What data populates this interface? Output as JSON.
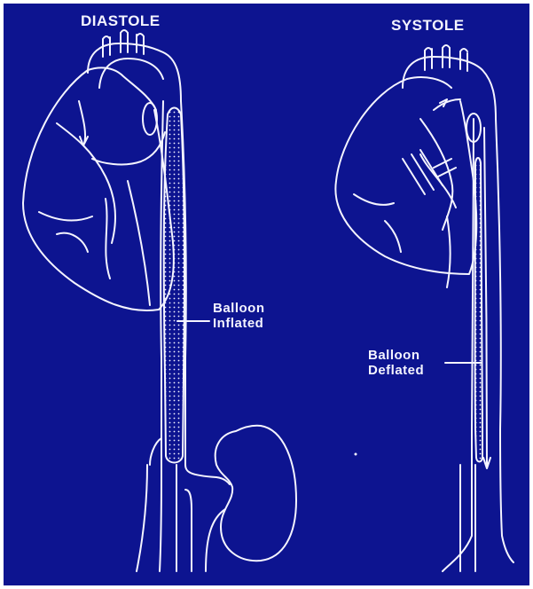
{
  "diastole": {
    "title": "DIASTOLE",
    "label_line1": "Balloon",
    "label_line2": "Inflated"
  },
  "systole": {
    "title": "SYSTOLE",
    "label_line1": "Balloon",
    "label_line2": "Deflated"
  },
  "colors": {
    "background": "#0d1490",
    "lines": "#f4f4ff"
  }
}
